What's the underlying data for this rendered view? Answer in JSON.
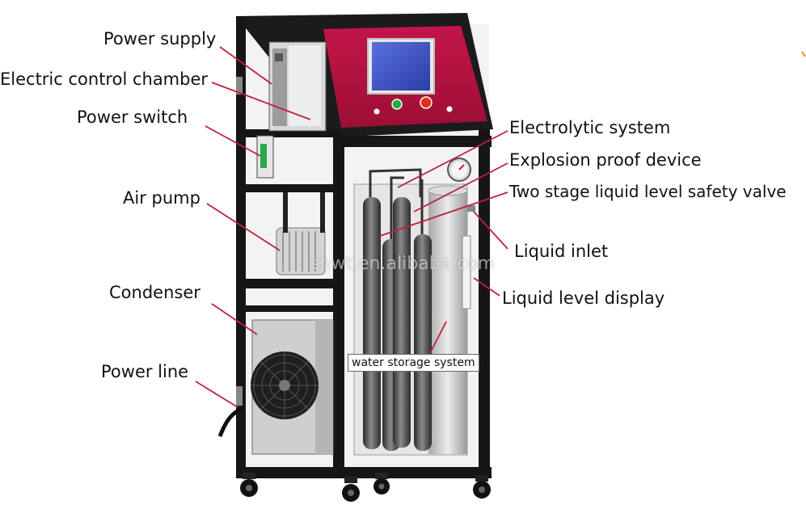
{
  "labels": {
    "power_supply": "Power supply",
    "electric_control_chamber": "Electric control chamber",
    "power_switch": "Power switch",
    "air_pump": "Air pump",
    "condenser": "Condenser",
    "power_line": "Power line",
    "electrolytic_system": "Electrolytic system",
    "explosion_proof_device": "Explosion proof device",
    "two_stage_valve": "Two stage liquid level safety valve",
    "liquid_inlet": "Liquid inlet",
    "liquid_level_display": "Liquid level display",
    "water_storage_system": "water storage system"
  },
  "watermark": "shwt.en.alibaba.com",
  "colors": {
    "frame": "#161616",
    "control_panel": "#b5123f",
    "screen": "#3a52c4",
    "leader_line": "#c0203a",
    "cylinder": "#4a4a4a",
    "tank": "#cfcfcf",
    "green_button": "#1fae3a",
    "red_button": "#e0301e"
  }
}
